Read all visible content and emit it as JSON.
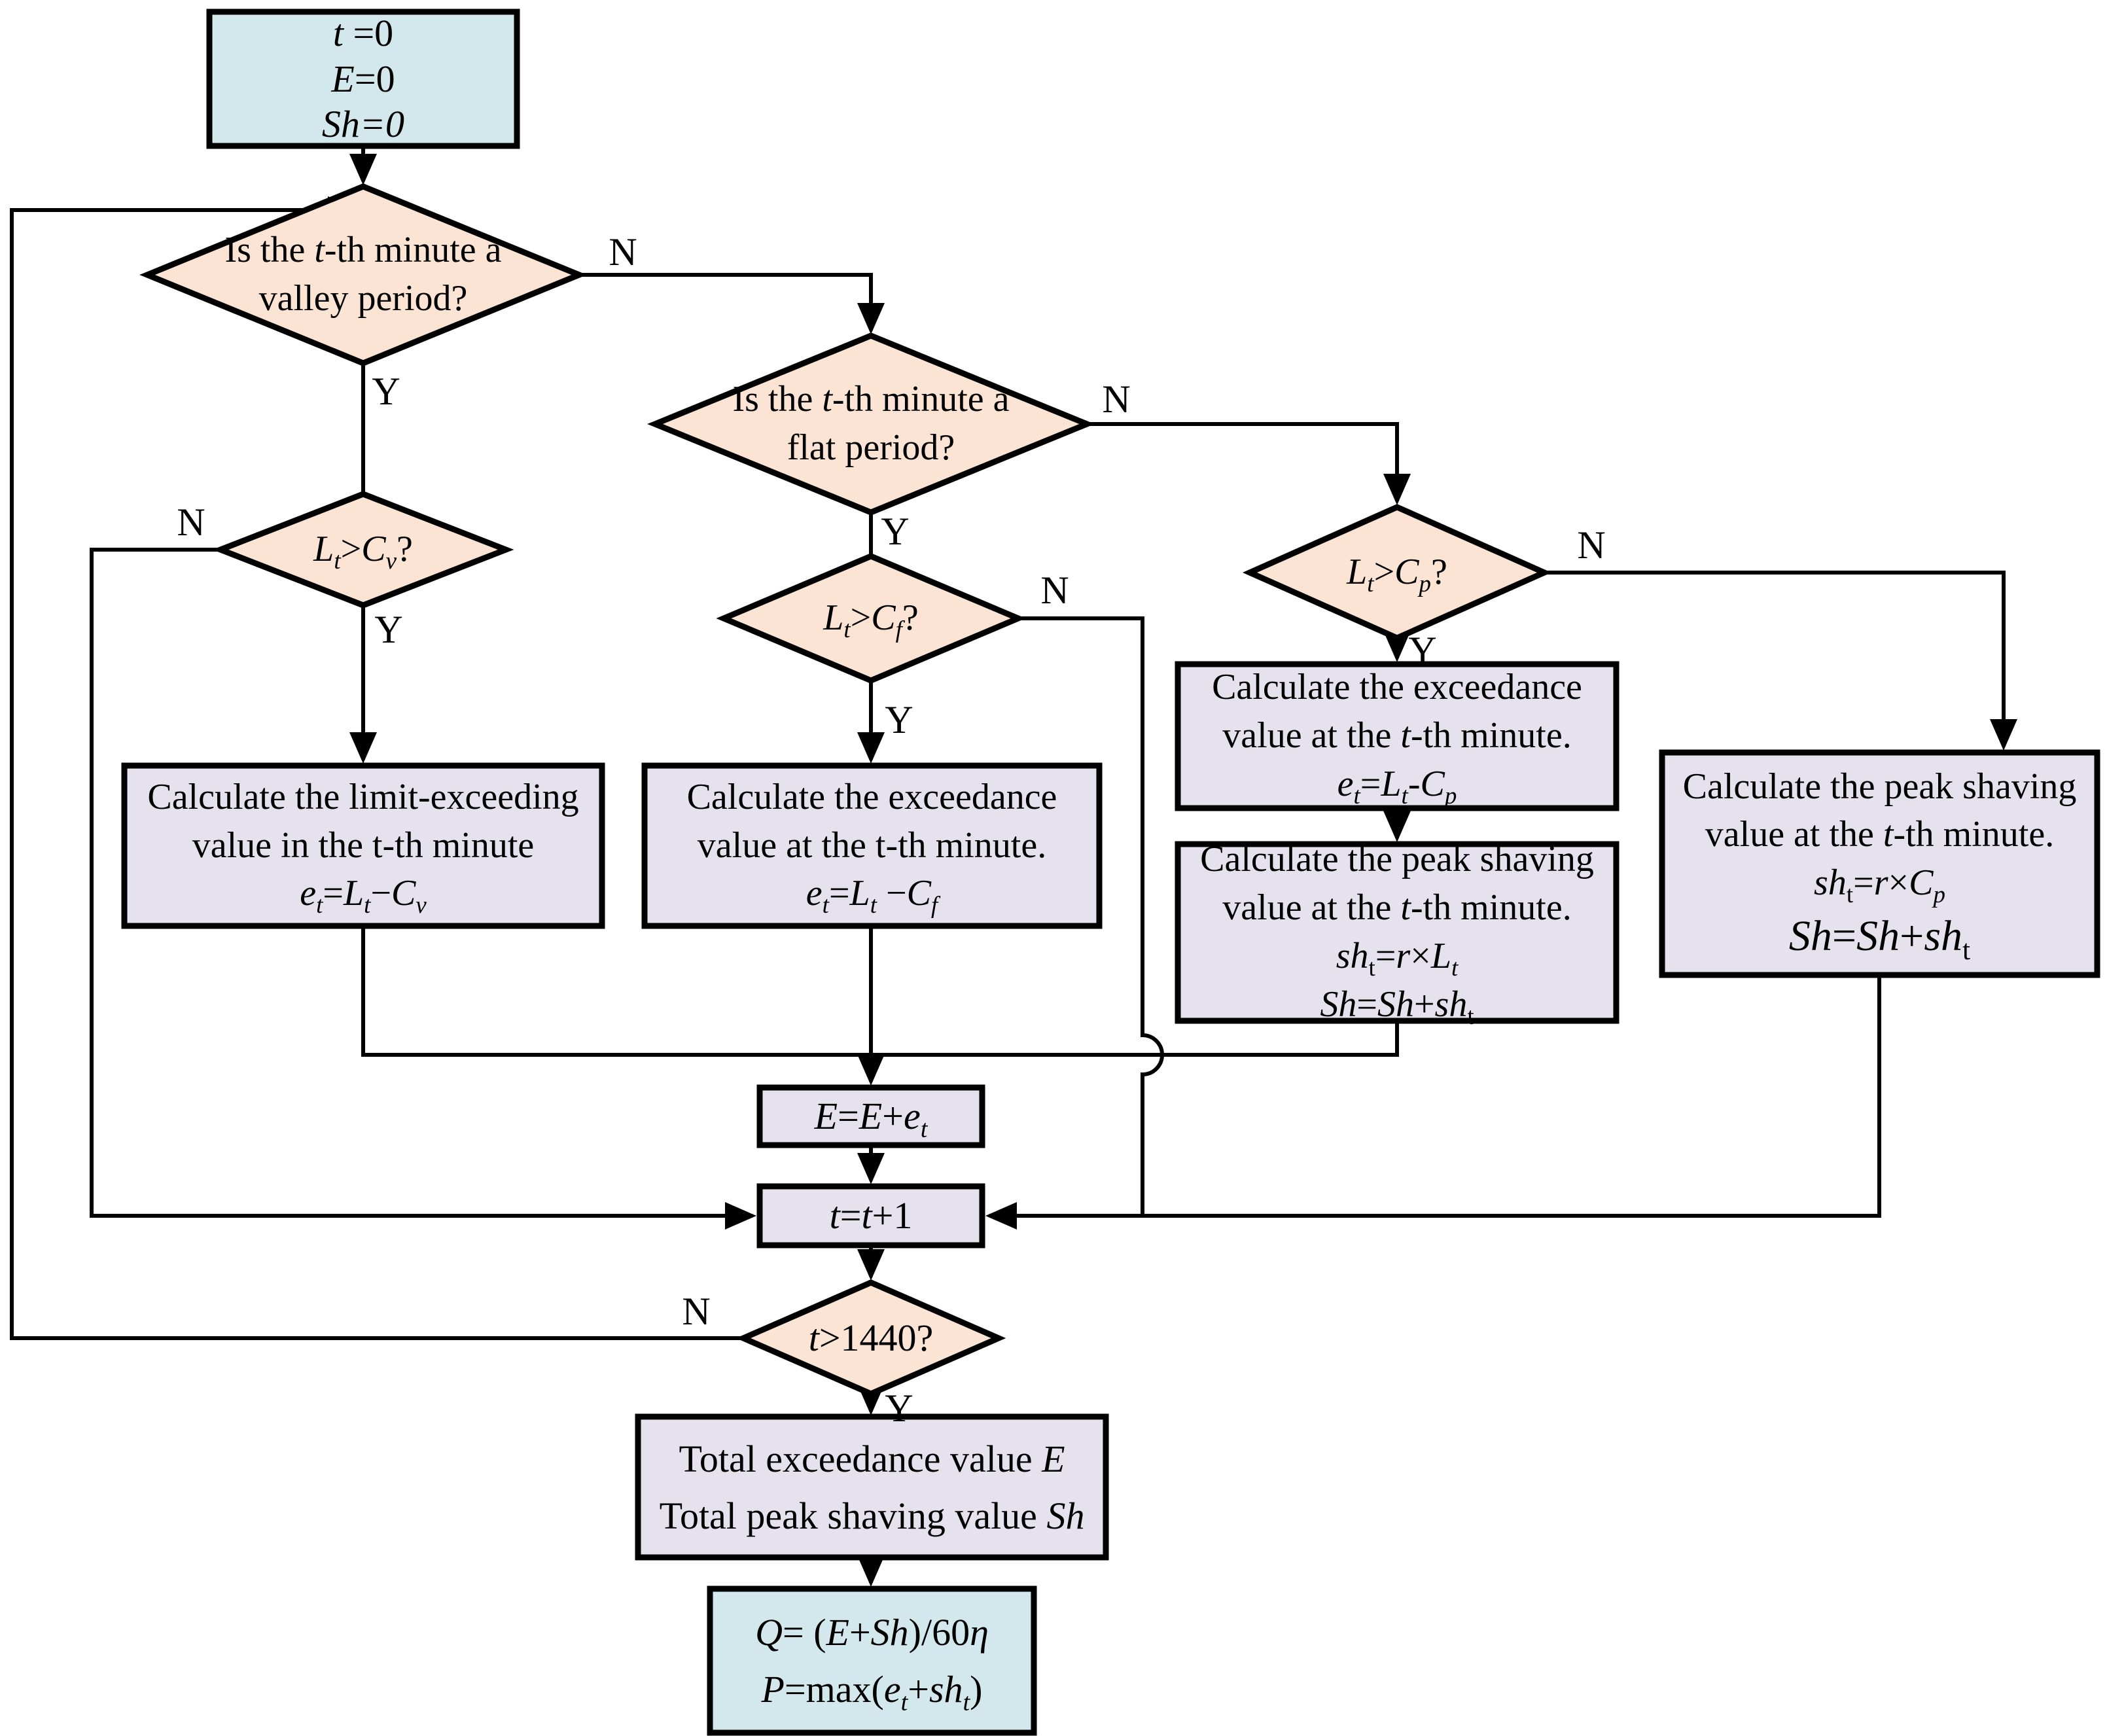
{
  "labels": {
    "yes": "Y",
    "no": "N"
  },
  "colors": {
    "decision_fill": "#fbe4d3",
    "process_fill": "#e5e2ed",
    "terminal_fill": "#d3e8ec",
    "line": "#000000"
  },
  "nodes": {
    "start": {
      "lines": [
        "*t* =0",
        "*E*=0",
        "*Sh=0*"
      ]
    },
    "valley_decision": {
      "lines": [
        "Is the *t*-th minute a",
        "valley period?"
      ]
    },
    "flat_decision": {
      "lines": [
        "Is the *t*-th minute a",
        "flat period?"
      ]
    },
    "lt_cv_decision": {
      "lines": [
        "*L*{*t*}>*C*{*v*}?"
      ]
    },
    "lt_cf_decision": {
      "lines": [
        "*L*{*t*}>*C*{*f*}?"
      ]
    },
    "lt_cp_decision": {
      "lines": [
        "*L*{*t*}>*C*{*p*}?"
      ]
    },
    "valley_exceed_box": {
      "lines": [
        "Calculate the limit-exceeding",
        "value in the t-th minute",
        "*e*{*t*}=*L*{*t*}−*C*{*v*}"
      ]
    },
    "flat_exceed_box": {
      "lines": [
        "Calculate the exceedance",
        "value at the t-th minute.",
        "*e*{*t*}=*L*{*t*} −*C*{*f*}"
      ]
    },
    "peak_exceed_box": {
      "lines": [
        "Calculate the exceedance",
        "value at the *t*-th minute.",
        "*e*{*t*}=*L*{*t*}-*C*{*p*}"
      ]
    },
    "peak_shave_lt_box": {
      "lines": [
        "Calculate the peak shaving",
        "value at the *t*-th minute.",
        "*sh*{t}=*r*×*L*{*t*}",
        "*Sh*=*Sh*+*sh*{t}"
      ]
    },
    "peak_shave_cp_box": {
      "lines": [
        "Calculate the peak shaving",
        "value at the *t*-th minute.",
        "*sh*{t}=*r*×*C*{*p*}",
        "*Sh*=*Sh*+*sh*{t}"
      ]
    },
    "accumulate_e_box": {
      "lines": [
        "*E*=*E*+*e*{*t*}"
      ]
    },
    "increment_t_box": {
      "lines": [
        "*t*=*t*+1"
      ]
    },
    "end_of_day_decision": {
      "lines": [
        "*t*>1440?"
      ]
    },
    "totals_box": {
      "lines": [
        "Total exceedance value *E*",
        "Total peak shaving value *Sh*"
      ]
    },
    "result_box": {
      "lines": [
        "*Q*= (*E*+*Sh*)/60*η*",
        "*P*=max(*e*{*t*}+*sh*{*t*})"
      ]
    }
  }
}
